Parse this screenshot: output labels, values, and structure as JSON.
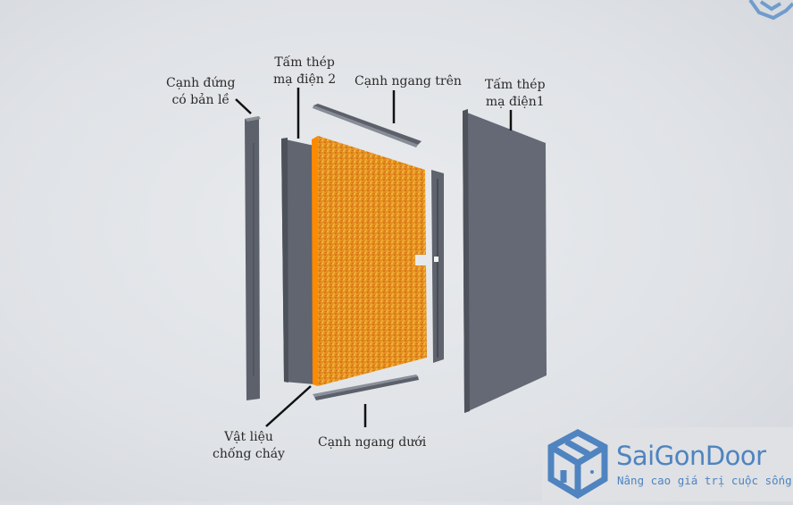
{
  "labels": {
    "hinge_edge": [
      "Cạnh đứng",
      "có bản lề"
    ],
    "steel_sheet_2": [
      "Tấm thép",
      "mạ điện 2"
    ],
    "top_rail": "Cạnh ngang trên",
    "steel_sheet_1": [
      "Tấm thép",
      "mạ điện1"
    ],
    "fire_core": [
      "Vật liệu",
      "chống cháy"
    ],
    "bottom_rail": "Cạnh ngang dưới"
  },
  "logo": {
    "name": "SaiGonDoor",
    "tagline": "Nâng cao giá trị cuộc sống",
    "color": "#4f84c0"
  },
  "colors": {
    "steel": "#5d626d",
    "core": "#e98a1f"
  }
}
